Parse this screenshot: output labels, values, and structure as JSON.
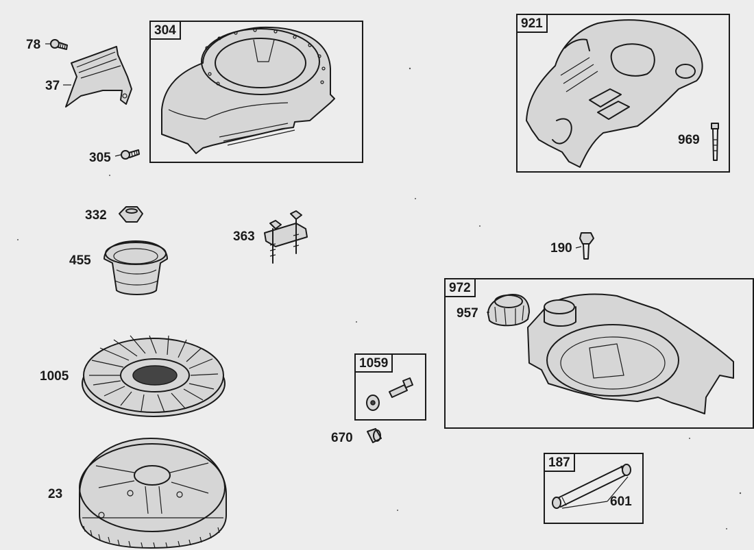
{
  "callouts": {
    "p78": "78",
    "p37": "37",
    "p305": "305",
    "p332": "332",
    "p455": "455",
    "p363": "363",
    "p1005": "1005",
    "p23": "23",
    "p670": "670",
    "p190": "190",
    "p957": "957",
    "p969": "969",
    "p601": "601"
  },
  "boxes": {
    "b304": "304",
    "b921": "921",
    "b972": "972",
    "b1059": "1059",
    "b187": "187"
  }
}
